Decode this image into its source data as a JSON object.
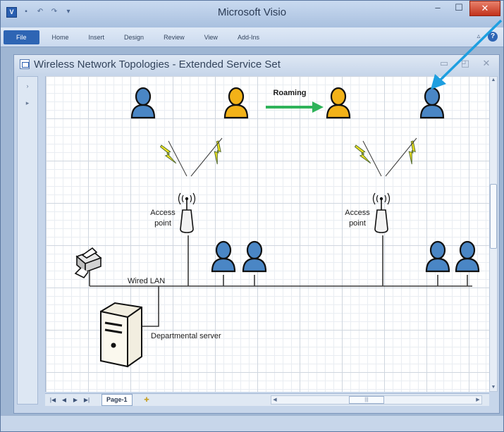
{
  "app": {
    "title": "Microsoft Visio",
    "qat_icons": [
      "save-icon",
      "undo-icon",
      "redo-icon",
      "customize-icon"
    ],
    "window_buttons": {
      "minimize": "–",
      "maximize": "☐",
      "close": "✕"
    }
  },
  "ribbon": {
    "tabs": [
      {
        "label": "File"
      },
      {
        "label": "Home"
      },
      {
        "label": "Insert"
      },
      {
        "label": "Design"
      },
      {
        "label": "Review"
      },
      {
        "label": "View"
      },
      {
        "label": "Add-Ins"
      }
    ],
    "help_label": "?"
  },
  "document": {
    "title": "Wireless Network Topologies - Extended Service Set",
    "buttons": {
      "minimize": "▭",
      "restore": "◰",
      "close": "✕"
    }
  },
  "diagram": {
    "roaming_label": "Roaming",
    "access_point_label_line1": "Access",
    "access_point_label_line2": "point",
    "wired_lan_label": "Wired LAN",
    "server_label": "Departmental server",
    "colors": {
      "blue_user": "#4a86c5",
      "orange_user": "#f2b218",
      "roaming_arrow": "#2fb35a",
      "lightning": "#f1e51d",
      "callout_arrow": "#1e9fe0"
    }
  },
  "bottom_bar": {
    "page_tab": "Page-1",
    "nav_icons": [
      "first-page-icon",
      "prev-page-icon",
      "next-page-icon",
      "last-page-icon"
    ]
  }
}
